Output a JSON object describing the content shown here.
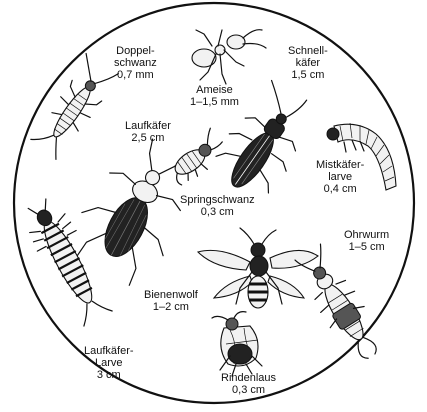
{
  "labels": {
    "doppelschwanz": {
      "name_1": "Doppel-",
      "name_2": "schwanz",
      "size": "0,7 mm"
    },
    "ameise": {
      "name": "Ameise",
      "size": "1–1,5 mm"
    },
    "schnellkaefer": {
      "name_1": "Schnell-",
      "name_2": "käfer",
      "size": "1,5 cm"
    },
    "laufkaefer": {
      "name": "Laufkäfer",
      "size": "2,5 cm"
    },
    "mistkaeferlarve": {
      "name_1": "Mistkäfer-",
      "name_2": "larve",
      "size": "0,4 cm"
    },
    "springschwanz": {
      "name": "Springschwanz",
      "size": "0,3 cm"
    },
    "ohrwurm": {
      "name": "Ohrwurm",
      "size": "1–5 cm"
    },
    "bienenwolf": {
      "name": "Bienenwolf",
      "size": "1–2 cm"
    },
    "laufkaeferlarve": {
      "name_1": "Laufkäfer-",
      "name_2": "Larve",
      "size": "3 cm"
    },
    "rindenlaus": {
      "name": "Rindenlaus",
      "size": "0,3 cm"
    }
  }
}
